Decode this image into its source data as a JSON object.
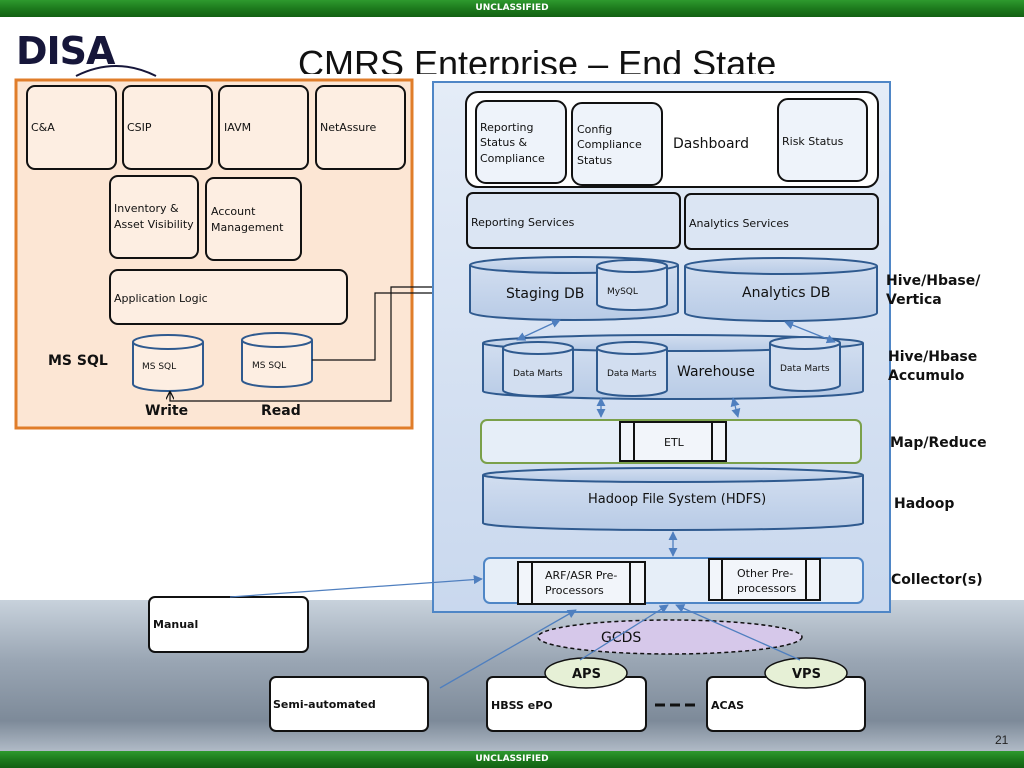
{
  "banner": {
    "top": "UNCLASSIFIED",
    "bottom": "UNCLASSIFIED"
  },
  "logo": {
    "text": "DISA"
  },
  "title": "CMRS Enterprise – End State",
  "page_number": "21",
  "left_panel": {
    "apps": [
      "C&A",
      "CSIP",
      "IAVM",
      "NetAssure"
    ],
    "inventory": [
      "Inventory &",
      "Asset Visibility"
    ],
    "account": [
      "Account",
      "Management"
    ],
    "app_logic": "Application Logic",
    "ms_sql_label": "MS SQL",
    "db1": "MS SQL",
    "db2": "MS SQL",
    "write": "Write",
    "read": "Read"
  },
  "right_panel": {
    "reporting_status": [
      "Reporting",
      "Status &",
      "Compliance"
    ],
    "config_compliance": [
      "Config",
      "Compliance",
      "Status"
    ],
    "dashboard": "Dashboard",
    "risk_status": "Risk Status",
    "reporting_services": "Reporting Services",
    "analytics_services": "Analytics Services",
    "staging_db": "Staging DB",
    "mysql": "MySQL",
    "analytics_db": "Analytics DB",
    "data_marts": [
      "Data Marts",
      "Data Marts",
      "Data Marts"
    ],
    "warehouse": "Warehouse",
    "etl": "ETL",
    "hdfs": "Hadoop File System (HDFS)",
    "arf": [
      "ARF/ASR Pre-",
      "Processors"
    ],
    "other": [
      "Other Pre-",
      "processors"
    ]
  },
  "side_labels": {
    "hive1": [
      "Hive/Hbase/",
      "Vertica"
    ],
    "hive2": [
      "Hive/Hbase",
      "Accumulo"
    ],
    "mapreduce": "Map/Reduce",
    "hadoop": "Hadoop",
    "collectors": "Collector(s)"
  },
  "sources": {
    "manual": "Manual",
    "semi": "Semi-automated",
    "gcds": "GCDS",
    "aps": "APS",
    "vps": "VPS",
    "hbss": "HBSS ePO",
    "acas": "ACAS"
  }
}
